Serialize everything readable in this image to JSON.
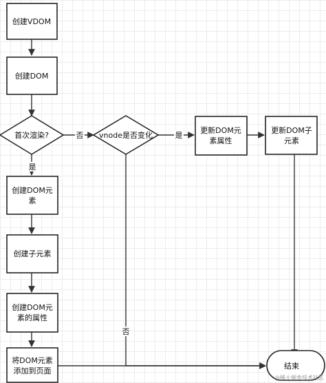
{
  "nodes": {
    "create_vdom": "创建VDOM",
    "create_dom": "创建DOM",
    "first_render": "首次渲染?",
    "vnode_changed": "vnode是否变化",
    "update_dom_attrs": [
      "更新DOM元",
      "素属性"
    ],
    "update_dom_children": [
      "更新DOM子",
      "元素"
    ],
    "create_dom_element": [
      "创建DOM元",
      "素"
    ],
    "create_children": "创建子元素",
    "create_dom_attrs": [
      "创建DOM元",
      "素的属性"
    ],
    "append_to_page": [
      "将DOM元素",
      "添加到页面"
    ],
    "end": "结束"
  },
  "edge_labels": {
    "first_no": "否",
    "first_yes": "是",
    "vnode_yes": "是",
    "vnode_no": "否"
  },
  "watermark": "@稀土掘金技术社区"
}
